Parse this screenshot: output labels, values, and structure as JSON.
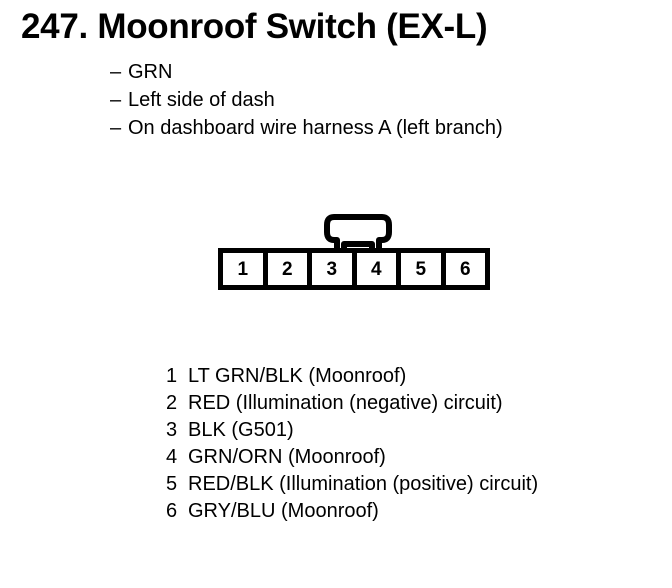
{
  "page": {
    "title": "247. Moonroof Switch (EX-L)",
    "background_color": "#ffffff",
    "ink_color": "#000000"
  },
  "descriptors": [
    {
      "dash": "–",
      "text": "GRN"
    },
    {
      "dash": "–",
      "text": "Left side of dash"
    },
    {
      "dash": "–",
      "text": "On dashboard wire harness A (left branch)"
    }
  ],
  "connector": {
    "name": "6-cavity connector",
    "cavity_count": 6,
    "latch_position": "top-center",
    "pins": [
      {
        "number": "1"
      },
      {
        "number": "2"
      },
      {
        "number": "3"
      },
      {
        "number": "4"
      },
      {
        "number": "5"
      },
      {
        "number": "6"
      }
    ]
  },
  "pin_legend": [
    {
      "number": "1",
      "description": "LT GRN/BLK (Moonroof)"
    },
    {
      "number": "2",
      "description": "RED (Illumination (negative) circuit)"
    },
    {
      "number": "3",
      "description": "BLK (G501)"
    },
    {
      "number": "4",
      "description": "GRN/ORN (Moonroof)"
    },
    {
      "number": "5",
      "description": "RED/BLK (Illumination (positive) circuit)"
    },
    {
      "number": "6",
      "description": "GRY/BLU (Moonroof)"
    }
  ]
}
